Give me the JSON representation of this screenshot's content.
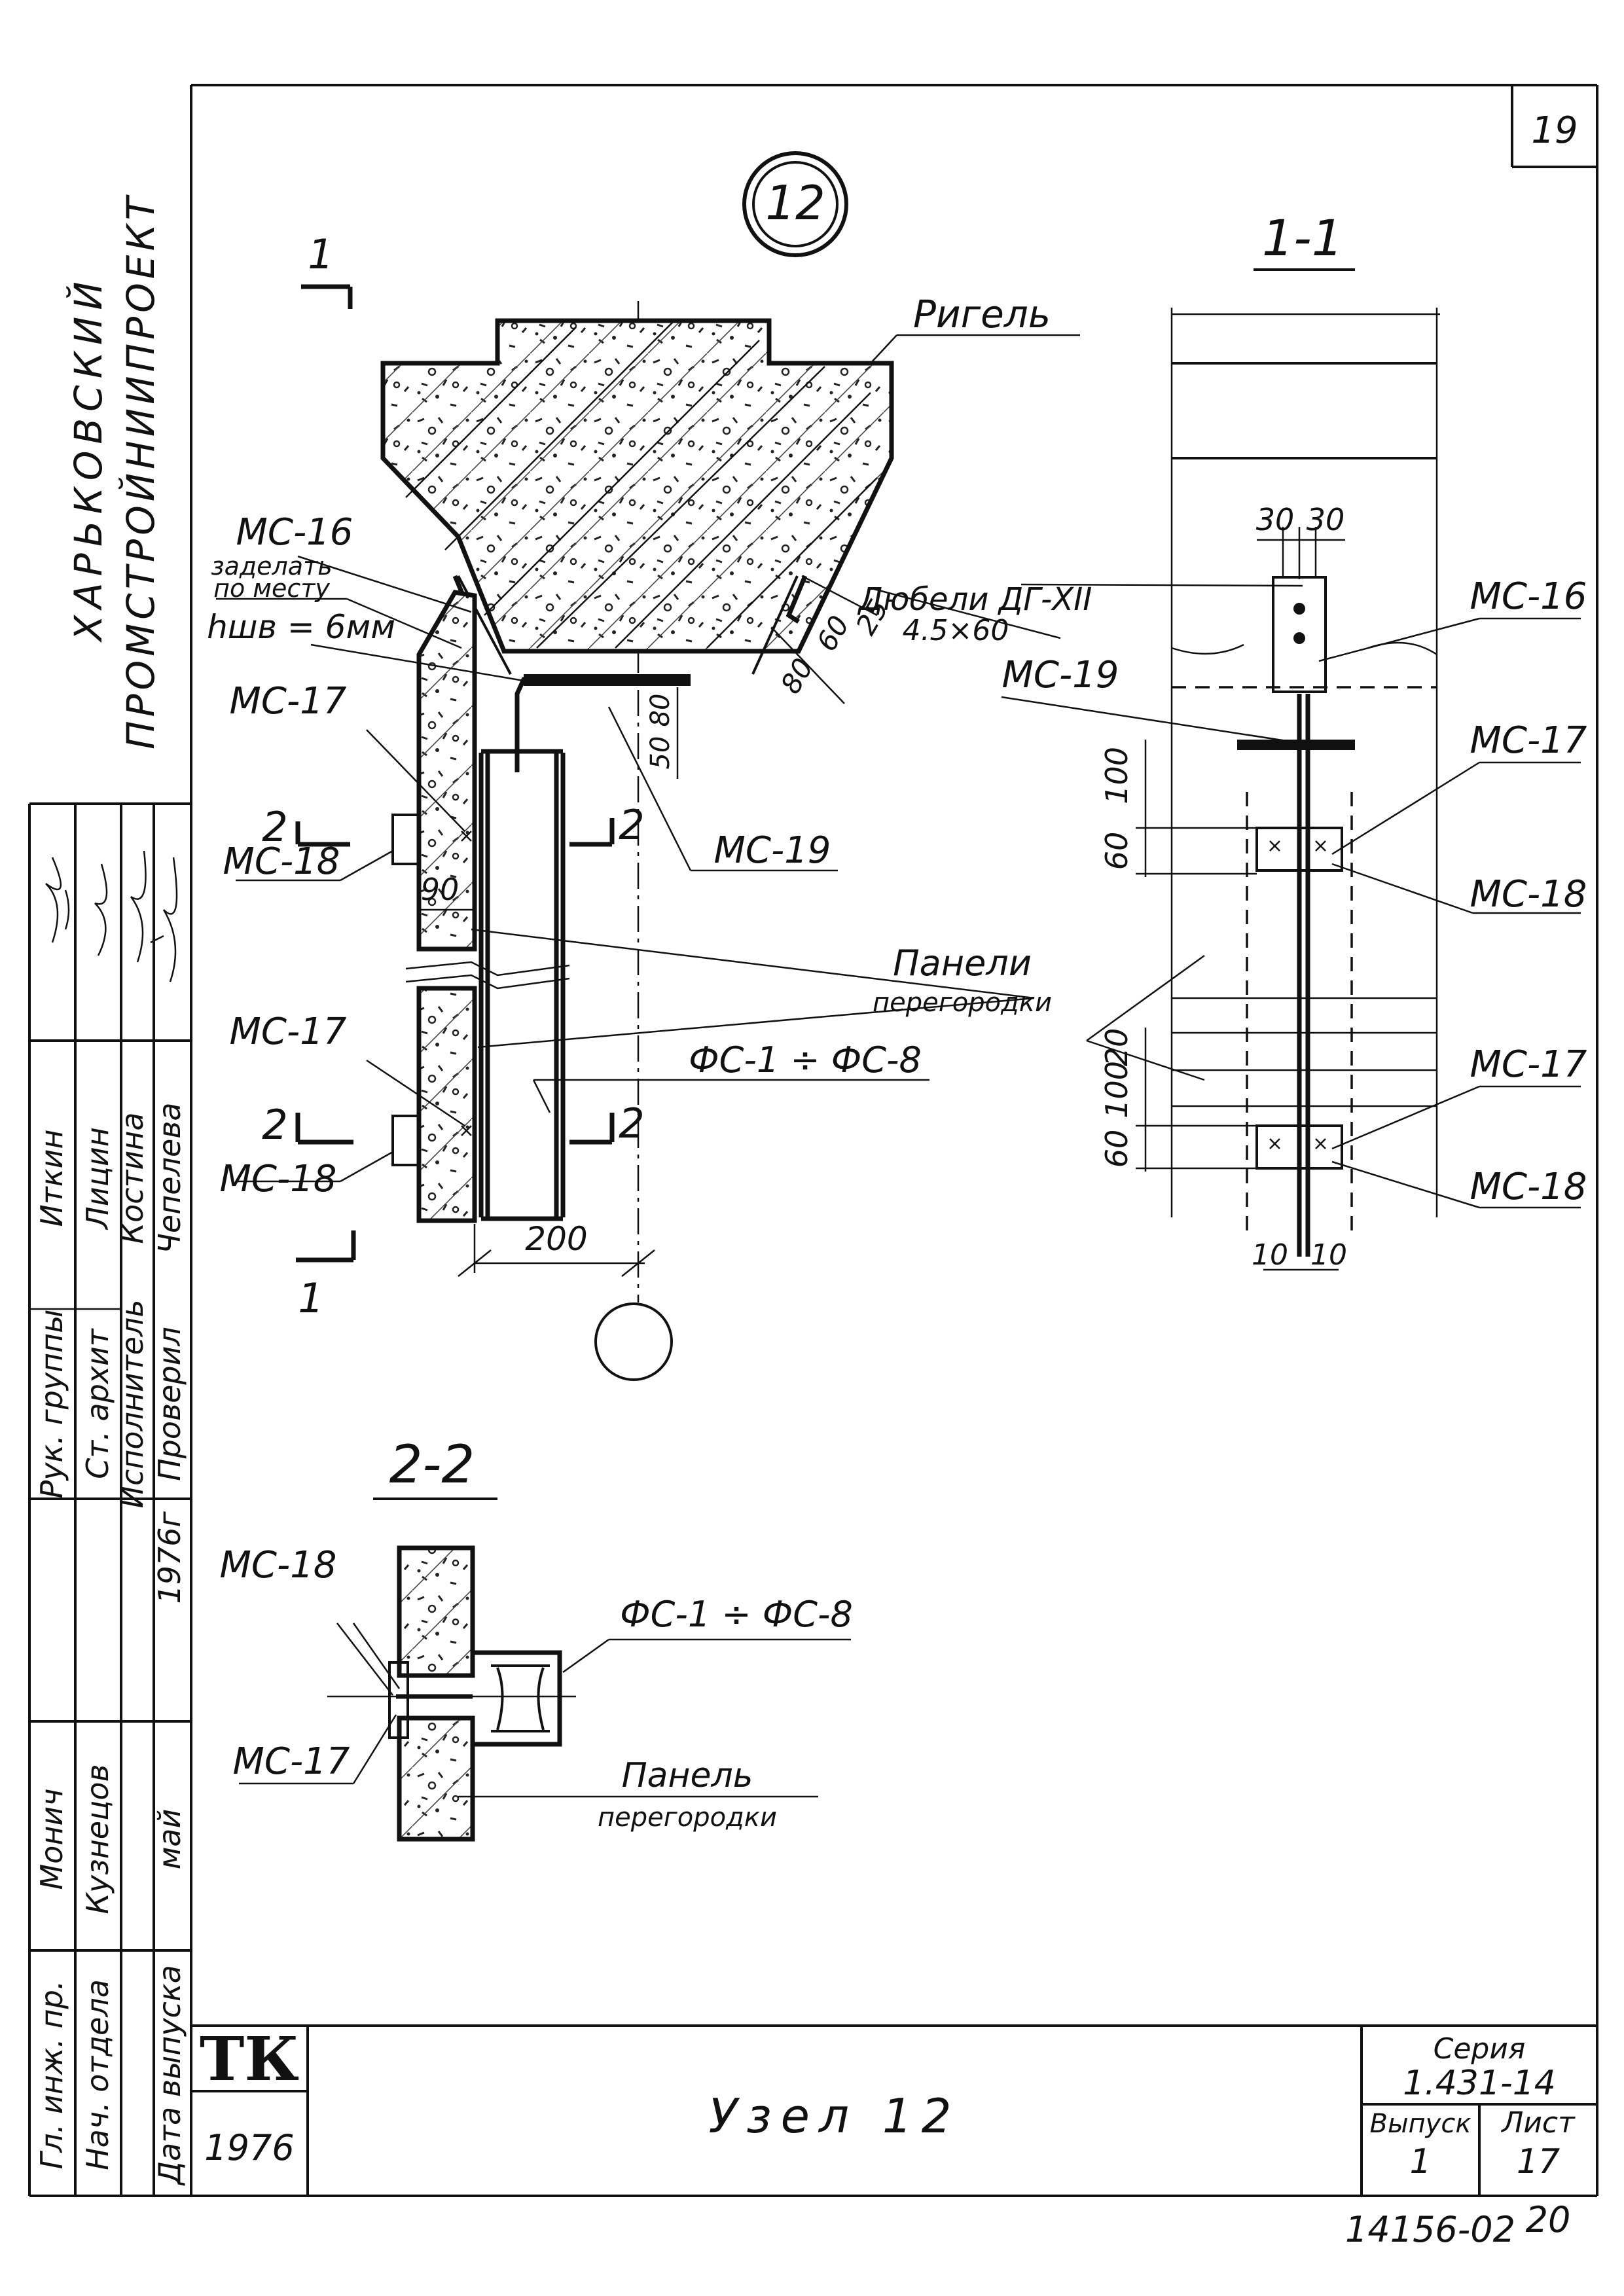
{
  "sheet": {
    "page_number": "19",
    "node_number": "12",
    "org_line1": "ХАРЬКОВСКИЙ",
    "org_line2": "ПРОМСТРОЙНИИПРОЕКТ",
    "archive_number": "14156-02",
    "archive_suffix": "20"
  },
  "title_block": {
    "logo": "ТК",
    "year": "1976",
    "title": "Узел 12",
    "series_label": "Серия",
    "series_value": "1.431-14",
    "issue_label": "Выпуск",
    "issue_value": "1",
    "sheet_label": "Лист",
    "sheet_value": "17"
  },
  "signature_table": {
    "rows": [
      {
        "role": "Рук. группы",
        "name": "Иткин"
      },
      {
        "role": "Ст. архит",
        "name": "Лицин"
      },
      {
        "role": "Исполнитель",
        "name": "Костина"
      },
      {
        "role": "Проверил",
        "name": "Чепелева"
      },
      {
        "role": "Гл. инж. пр.",
        "name": "Монич"
      },
      {
        "role": "Нач. отдела",
        "name": "Кузнецов"
      }
    ],
    "date_label": "Дата выпуска",
    "month": "май",
    "date_year": "1976г"
  },
  "main_view": {
    "section_mark_1_top": "1",
    "section_mark_1_bottom": "1",
    "section_mark_2a_left": "2",
    "section_mark_2a_right": "2",
    "section_mark_2b_left": "2",
    "section_mark_2b_right": "2",
    "labels": {
      "rigel": "Ригель",
      "mc16": "МС-16",
      "weld_note_1": "заделать",
      "weld_note_2": "по месту",
      "weld_height": "hшв = 6мм",
      "mc17_top": "МС-17",
      "mc18_top": "МС-18",
      "mc19": "МС-19",
      "mc17_bottom": "МС-17",
      "mc18_bottom": "МС-18",
      "panels_1": "Панели",
      "panels_2": "перегородки",
      "fc_range": "ФС-1 ÷ ФС-8",
      "dowels_1": "Дюбели ДГ-XII",
      "dowels_2": "4.5×60"
    },
    "dims": {
      "d90": "90",
      "d200": "200",
      "d50": "50",
      "d80v": "80",
      "d80": "80",
      "d60": "60",
      "d25": "25"
    }
  },
  "section_1_1": {
    "title": "1-1",
    "labels": {
      "mc16": "МС-16",
      "mc19": "МС-19",
      "mc17_top": "МС-17",
      "mc18_top": "МС-18",
      "mc17_bottom": "МС-17",
      "mc18_bottom": "МС-18"
    },
    "dims": {
      "d30a": "30",
      "d30b": "30",
      "d100a": "100",
      "d60a": "60",
      "d20": "20",
      "d100b": "100",
      "d60b": "60",
      "d10a": "10",
      "d10b": "10"
    }
  },
  "section_2_2": {
    "title": "2-2",
    "labels": {
      "mc18": "МС-18",
      "mc17": "МС-17",
      "fc_range": "ФС-1 ÷ ФС-8",
      "panel_1": "Панель",
      "panel_2": "перегородки"
    }
  }
}
